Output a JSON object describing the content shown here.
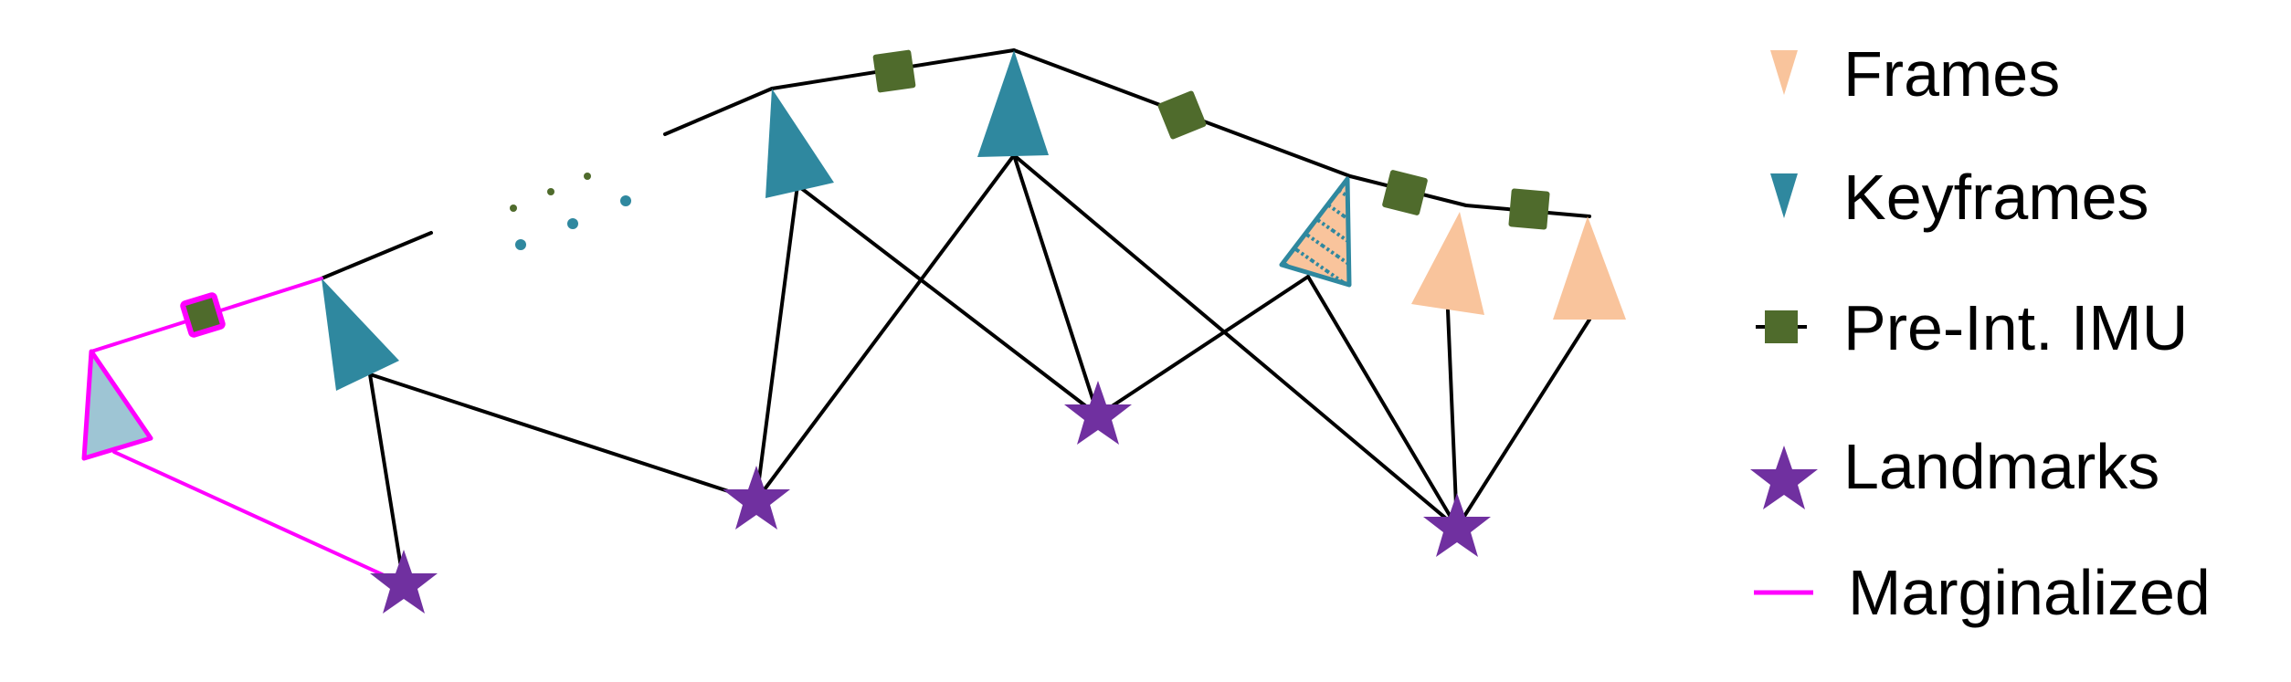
{
  "colors": {
    "frame": "#f9c49c",
    "keyframe": "#2f889f",
    "marginalized_keyframe": "#9ec5d4",
    "imu": "#4f6b2c",
    "landmark": "#7030a0",
    "marginalized": "#ff00ff",
    "edge": "#000000"
  },
  "legend": {
    "frames": {
      "label": "Frames",
      "icon": "frame-triangle-icon"
    },
    "keyframes": {
      "label": "Keyframes",
      "icon": "keyframe-triangle-icon"
    },
    "imu": {
      "label": "Pre-Int. IMU",
      "icon": "imu-square-icon"
    },
    "landmarks": {
      "label": "Landmarks",
      "icon": "landmark-star-icon"
    },
    "marginalized": {
      "label": "Marginalized",
      "icon": "magenta-line-icon"
    }
  },
  "graph": {
    "nodes": {
      "keyframes": 4,
      "marginalized_keyframes": 1,
      "partially_marginalized_frames": 1,
      "frames": 2,
      "landmarks": 4,
      "imu_factors": 5,
      "marginalized_imu_factors": 1
    }
  }
}
